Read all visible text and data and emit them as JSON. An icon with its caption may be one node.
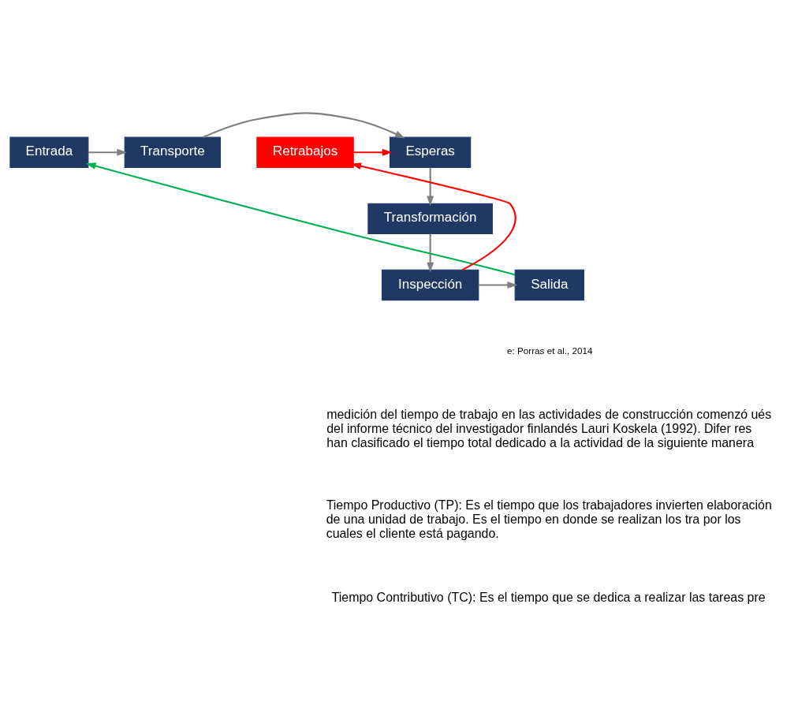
{
  "diagram": {
    "nodes": [
      {
        "text": [
          "Entrada"
        ]
      },
      {
        "text": [
          "Transporte"
        ]
      },
      {
        "text": [
          "Esperas"
        ]
      },
      {
        "text": [
          "Retrabajos"
        ]
      },
      {
        "text": [
          "Transformación"
        ]
      },
      {
        "text": [
          "Salida"
        ]
      },
      {
        "text": [
          "Inspección"
        ]
      }
    ],
    "edges": [
      {
        "from": 0,
        "to": 1,
        "arrow": "to"
      },
      {
        "from": 1,
        "to": 2,
        "arrow": "to"
      },
      {
        "from": 3,
        "to": 2,
        "arrow": "to",
        "color": "#ff0000"
      },
      {
        "from": 2,
        "to": 4,
        "arrow": "to"
      },
      {
        "from": 4,
        "to": 6,
        "arrow": "to"
      },
      {
        "from": 6,
        "to": 5,
        "arrow": "to"
      },
      {
        "from": 5,
        "to": 0,
        "arrow": "to",
        "color": "#00b050"
      },
      {
        "from": 6,
        "to": 3,
        "arrow": "to",
        "color": "#ff0000"
      }
    ],
    "labels": [
      "e: Porras et al., 2014",
      "medición del tiempo de trabajo en las actividades de construcción comenzó ués del informe técnico del investigador finlandés Lauri Koskela (1992). Difer res han clasificado el tiempo total dedicado a la actividad de la siguiente manera",
      "Tiempo Productivo (TP): Es el tiempo que los trabajadores invierten elaboración de una unidad de trabajo. Es el tiempo en donde se realizan los tra por los cuales el cliente está pagando.",
      "Tiempo Contributivo (TC): Es el tiempo que se dedica a realizar las tareas pre"
    ]
  }
}
